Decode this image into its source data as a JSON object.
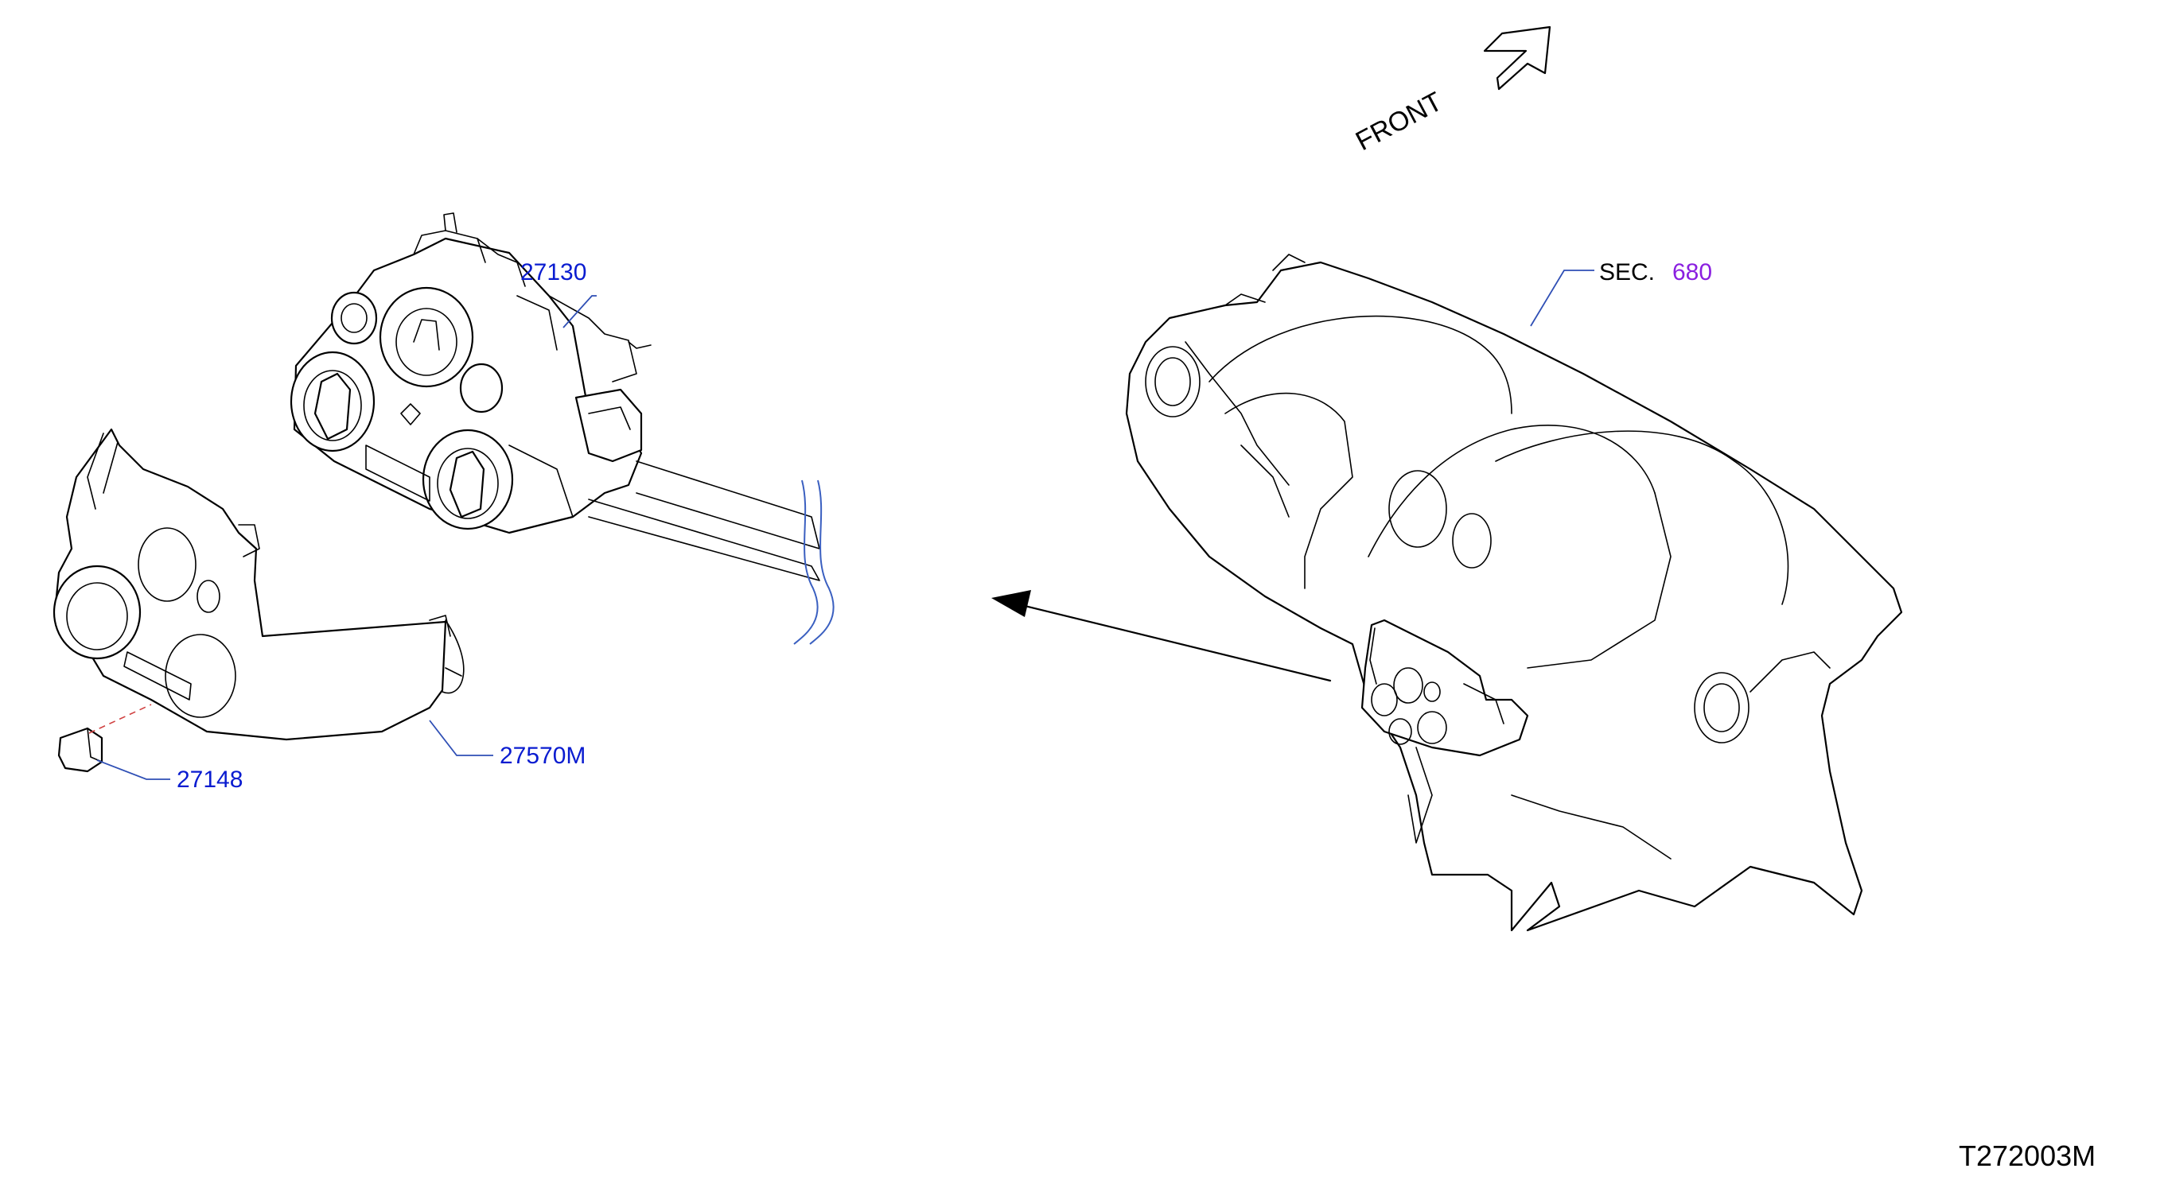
{
  "diagram": {
    "front_label": "FRONT",
    "drawing_code": "T272003M",
    "section": {
      "prefix": "SEC.",
      "number": "680"
    },
    "parts": [
      {
        "id": "27130"
      },
      {
        "id": "27570M"
      },
      {
        "id": "27148"
      }
    ]
  },
  "colors": {
    "part_label": "#0a1cd0",
    "section_number": "#8a1fe0",
    "leader": "#2f4fb5",
    "dashed_leader": "#d04040",
    "line": "#000000"
  }
}
